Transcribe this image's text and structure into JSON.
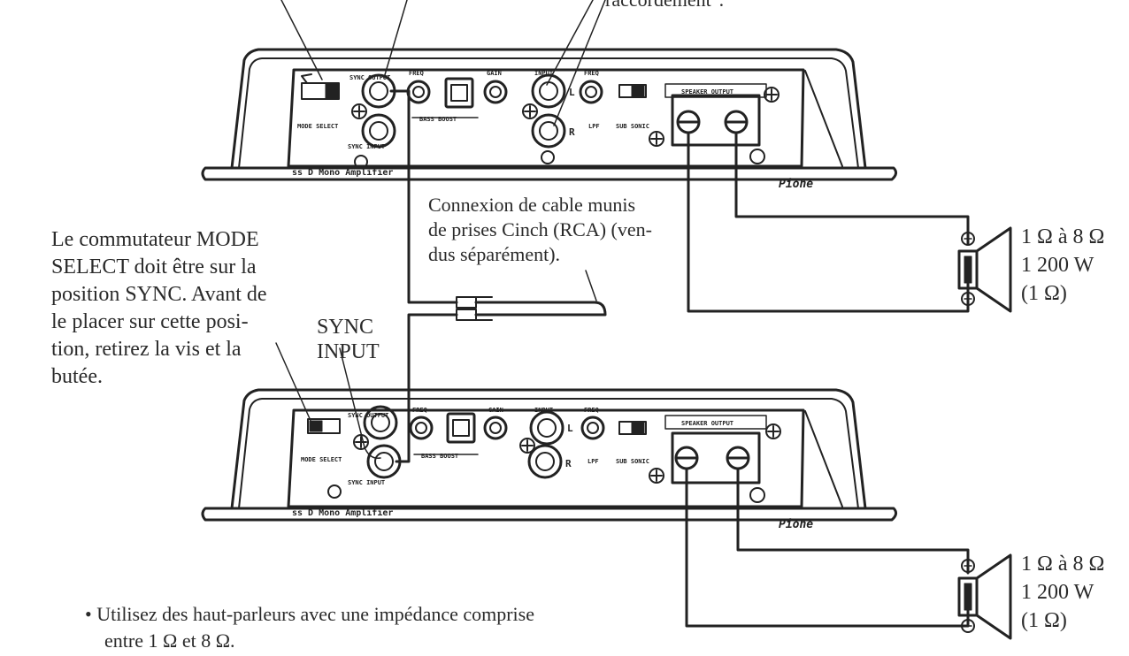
{
  "top_caption": "raccordement\".",
  "cable_note": [
    "Connexion de cable munis",
    "de prises Cinch (RCA) (ven-",
    "dus séparément)."
  ],
  "mode_note": [
    "Le commutateur MODE",
    "SELECT doit être sur la",
    "position SYNC. Avant de",
    "le placer sur cette posi-",
    "tion, retirez la vis et la",
    "butée."
  ],
  "sync_input_label": [
    "SYNC",
    "INPUT"
  ],
  "speaker_top": [
    "1 Ω à 8 Ω",
    "1 200 W",
    "(1 Ω)"
  ],
  "speaker_bottom": [
    "1 Ω à 8 Ω",
    "1 200 W",
    "(1 Ω)"
  ],
  "bullet": [
    "• Utilisez des haut-parleurs avec une impédance comprise",
    "entre 1 Ω et 8 Ω."
  ],
  "panel": {
    "sync_output": "SYNC OUTPUT",
    "sync_input": "SYNC INPUT",
    "freq": "FREQ",
    "gain": "GAIN",
    "input": "INPUT",
    "lpf": "LPF",
    "sub_sonic": "SUB SONIC",
    "bass_boost": "BASS BOOST",
    "mode_select": "MODE SELECT",
    "speaker_output": "SPEAKER OUTPUT",
    "model": "ss D Mono Amplifier",
    "brand": "Pione",
    "L": "L",
    "R": "R"
  }
}
